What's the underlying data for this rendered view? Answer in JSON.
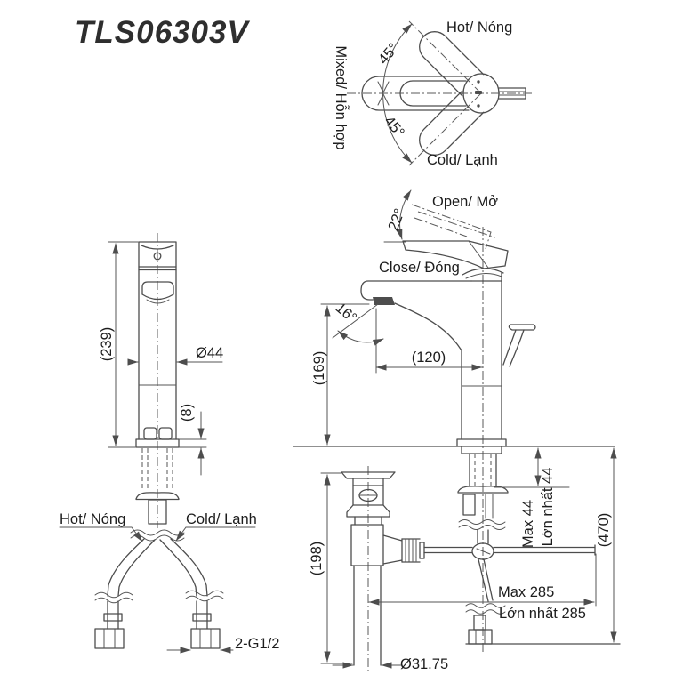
{
  "title": "TLS06303V",
  "colors": {
    "line": "#4d4d4d",
    "text": "#1d1d1d",
    "background": "#ffffff"
  },
  "top_view": {
    "hot": "Hot/ Nóng",
    "mixed": "Mixed/ Hỗn hợp",
    "cold": "Cold/ Lạnh",
    "angle_upper": "45°",
    "angle_lower": "45°"
  },
  "front_view": {
    "height": "(239)",
    "diameter": "Ø44",
    "base_height": "(8)",
    "hot": "Hot/ Nóng",
    "cold": "Cold/ Lạnh",
    "thread": "2-G1/2"
  },
  "side_view": {
    "open": "Open/ Mở",
    "open_angle": "22°",
    "close": "Close/ Đóng",
    "spout_angle": "16°",
    "reach": "(120)",
    "spout_height": "(169)",
    "drain_height": "(198)",
    "deck_max": "Max 44",
    "deck_max_vi": "Lớn nhất 44",
    "total_height": "(470)",
    "rod_max": "Max 285",
    "rod_max_vi": "Lớn nhất 285",
    "drain_diameter": "Ø31.75"
  }
}
